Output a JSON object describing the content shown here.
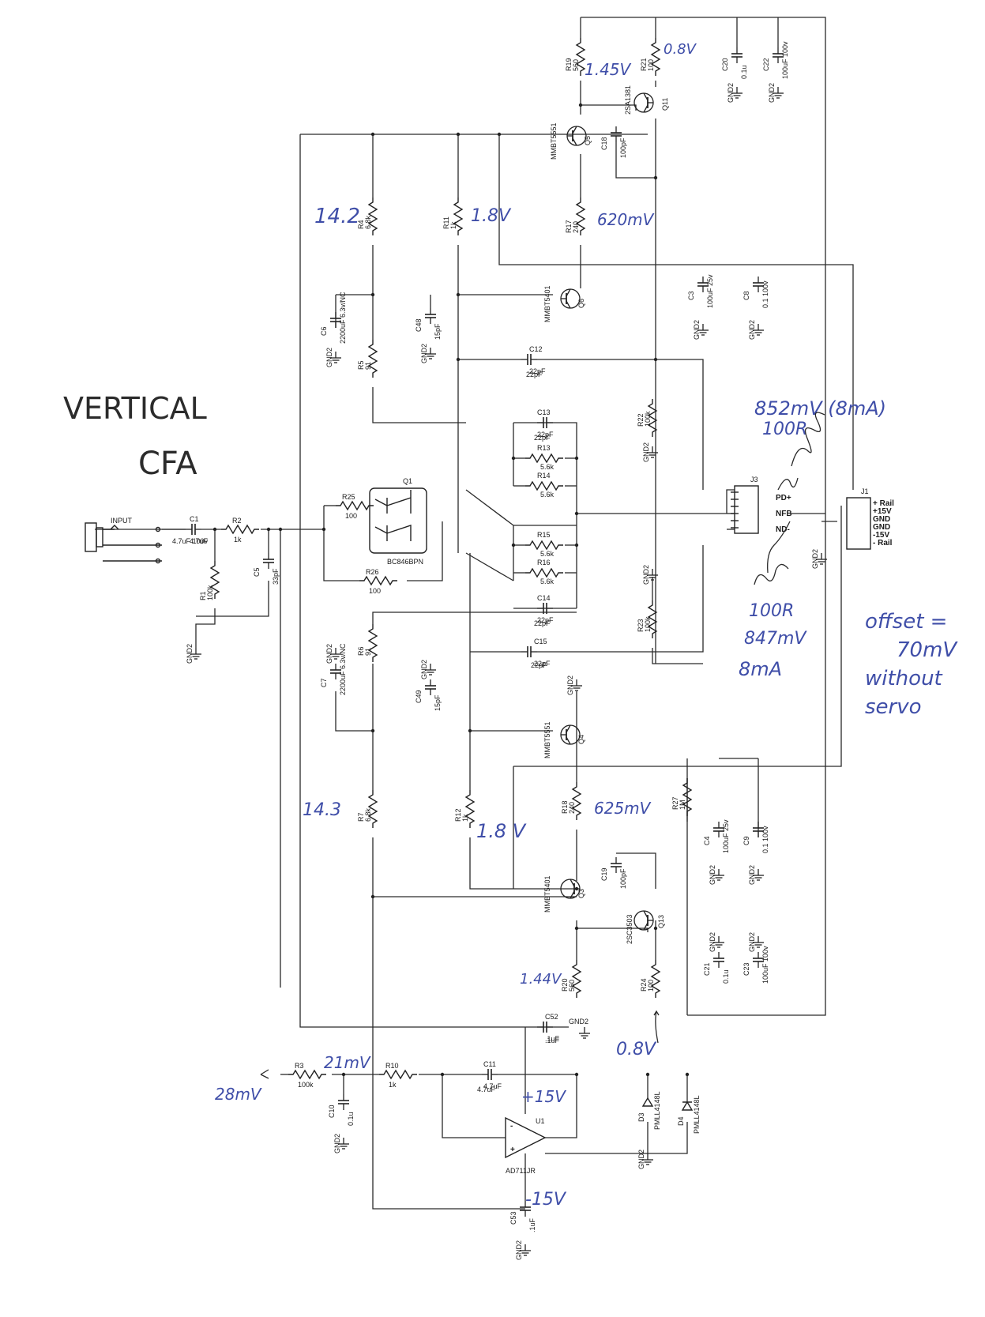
{
  "title_handwritten": [
    "VERTICAL",
    "CFA"
  ],
  "input_label": "INPUT",
  "components": {
    "C1": {
      "ref": "C1",
      "value": "4.7uF",
      "rating": "100v"
    },
    "R1": {
      "ref": "R1",
      "value": "100k"
    },
    "R2": {
      "ref": "R2",
      "value": "1k"
    },
    "C5": {
      "ref": "C5",
      "value": "33pF"
    },
    "R3": {
      "ref": "R3",
      "value": "100k"
    },
    "R4": {
      "ref": "R4",
      "value": "6.8k"
    },
    "R5": {
      "ref": "R5",
      "value": "91"
    },
    "R6": {
      "ref": "R6",
      "value": "91"
    },
    "R7": {
      "ref": "R7",
      "value": "6.8k"
    },
    "R10": {
      "ref": "R10",
      "value": "1k"
    },
    "R11": {
      "ref": "R11",
      "value": "1k"
    },
    "R12": {
      "ref": "R12",
      "value": "1k"
    },
    "R13": {
      "ref": "R13",
      "value": "5.6k"
    },
    "R14": {
      "ref": "R14",
      "value": "5.6k"
    },
    "R15": {
      "ref": "R15",
      "value": "5.6k"
    },
    "R16": {
      "ref": "R16",
      "value": "5.6k"
    },
    "R17": {
      "ref": "R17",
      "value": "240"
    },
    "R18": {
      "ref": "R18",
      "value": "240"
    },
    "R19": {
      "ref": "R19",
      "value": "560"
    },
    "R20": {
      "ref": "R20",
      "value": "560"
    },
    "R21": {
      "ref": "R21",
      "value": "100"
    },
    "R22": {
      "ref": "R22",
      "value": "100k"
    },
    "R23": {
      "ref": "R23",
      "value": "100k"
    },
    "R24": {
      "ref": "R24",
      "value": "100"
    },
    "R25": {
      "ref": "R25",
      "value": "100"
    },
    "R26": {
      "ref": "R26",
      "value": "100"
    },
    "R27": {
      "ref": "R27",
      "value": "1M"
    },
    "C3": {
      "ref": "C3",
      "value": "100uF",
      "rating": "25v"
    },
    "C4": {
      "ref": "C4",
      "value": "100uF",
      "rating": "25v"
    },
    "C6": {
      "ref": "C6",
      "value": "2200uF",
      "rating": "6.3v/NC"
    },
    "C7": {
      "ref": "C7",
      "value": "2200uF",
      "rating": "6.3v/NC"
    },
    "C8": {
      "ref": "C8",
      "value": "0.1",
      "rating": "100v"
    },
    "C9": {
      "ref": "C9",
      "value": "0.1",
      "rating": "100v"
    },
    "C10": {
      "ref": "C10",
      "value": "0.1u"
    },
    "C11": {
      "ref": "C11",
      "value": "4.7uF"
    },
    "C12": {
      "ref": "C12",
      "value": "22pF"
    },
    "C13": {
      "ref": "C13",
      "value": "22pF"
    },
    "C14": {
      "ref": "C14",
      "value": "22pF"
    },
    "C15": {
      "ref": "C15",
      "value": "22pF"
    },
    "C18": {
      "ref": "C18",
      "value": "100pF"
    },
    "C19": {
      "ref": "C19",
      "value": "100pF"
    },
    "C20": {
      "ref": "C20",
      "value": "0.1u"
    },
    "C21": {
      "ref": "C21",
      "value": "0.1u"
    },
    "C22": {
      "ref": "C22",
      "value": "100uF",
      "rating": "100v"
    },
    "C23": {
      "ref": "C23",
      "value": "100uF",
      "rating": "100v"
    },
    "C48": {
      "ref": "C48",
      "value": "15pF"
    },
    "C49": {
      "ref": "C49",
      "value": "15pF"
    },
    "C52": {
      "ref": "C52",
      "value": ".1uF"
    },
    "C53": {
      "ref": "C53",
      "value": ".1uF"
    },
    "Q1": {
      "ref": "Q1",
      "part": "BC846BPN"
    },
    "Q3": {
      "ref": "Q3",
      "part": "MMBT5401"
    },
    "Q4": {
      "ref": "Q4",
      "part": "MMBT5551"
    },
    "Q5": {
      "ref": "Q5",
      "part": "MMBT5551"
    },
    "Q6": {
      "ref": "Q6",
      "part": "MMBT5401"
    },
    "Q11": {
      "ref": "Q11",
      "part": "2SA1381"
    },
    "Q13": {
      "ref": "Q13",
      "part": "2SC3503"
    },
    "D3": {
      "ref": "D3",
      "part": "PMLL4148L"
    },
    "D4": {
      "ref": "D4",
      "part": "PMLL4148L"
    },
    "U1": {
      "ref": "U1",
      "part": "AD711JR"
    },
    "J1": {
      "ref": "J1"
    },
    "J3": {
      "ref": "J3"
    }
  },
  "j3_pins": [
    "PD+",
    "NFB",
    "ND-"
  ],
  "j1_pins": [
    "+ Rail",
    "+15V",
    "GND",
    "GND",
    "-15V",
    "- Rail"
  ],
  "gnd_label": "GND2",
  "handwritten_notes": {
    "v_r19": "1.45V",
    "v_r21": "0.8V",
    "v_r4": "14.2",
    "v_r11": "1.8V",
    "v_r17": "620mV",
    "v_r7": "14.3",
    "v_r12": "1.8 V",
    "v_r18": "625mV",
    "v_r20": "1.44V",
    "v_r24": "0.8V",
    "v_r3_out": "21mV",
    "v_input": "28mV",
    "v_pos15": "+15V",
    "v_neg15": "-15V",
    "pd_top": "852mV (8mA)",
    "pd_top_r": "100R",
    "nd_bottom_r": "100R",
    "nd_bottom": "847mV",
    "nd_bottom_i": "8mA",
    "offset": [
      "offset =",
      "70mV",
      "without",
      "servo"
    ]
  }
}
